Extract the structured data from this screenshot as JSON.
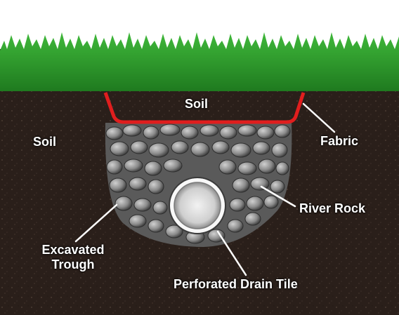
{
  "labels": {
    "soil_left": "Soil",
    "soil_top": "Soil",
    "fabric": "Fabric",
    "river_rock": "River Rock",
    "excavated_line1": "Excavated",
    "excavated_line2": "Trough",
    "drain_tile": "Perforated Drain Tile"
  },
  "colors": {
    "sky": "#ffffff",
    "grass": "#2e9e2a",
    "soil": "#2a1f1a",
    "fabric": "#e01e1e",
    "rock": "#8e8e8e",
    "pipe": "#f4f4f4",
    "leader_line": "#ffffff"
  }
}
